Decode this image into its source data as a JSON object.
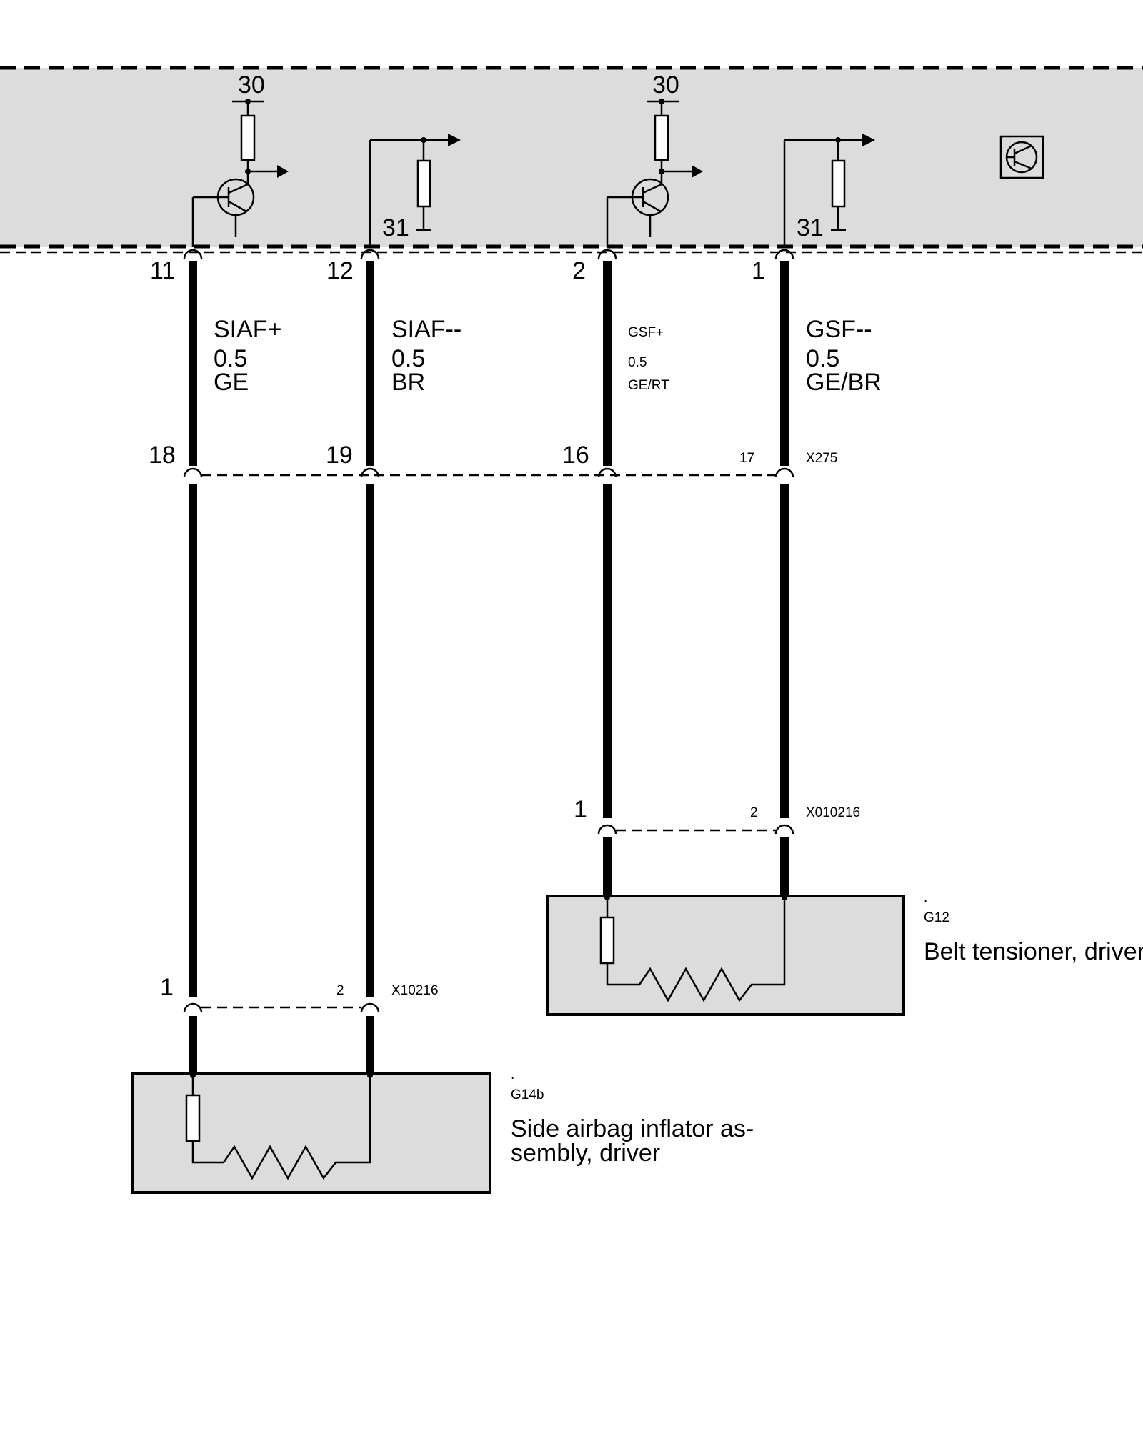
{
  "control_unit": {
    "supply_terminal": "30",
    "ground_terminal": "31",
    "icon": "transistor-symbol-icon"
  },
  "wires": [
    {
      "id": "siaf-plus",
      "name": "SIAF+",
      "gauge": "0.5",
      "color": "GE",
      "ecu_pin": "11",
      "x275_pin": "18",
      "dest_pin": "1"
    },
    {
      "id": "siaf-minus",
      "name": "SIAF--",
      "gauge": "0.5",
      "color": "BR",
      "ecu_pin": "12",
      "x275_pin": "19",
      "dest_pin": "2"
    },
    {
      "id": "gsf-plus",
      "name": "GSF+",
      "gauge": "0.5",
      "color": "GE/RT",
      "ecu_pin": "2",
      "x275_pin": "16",
      "dest_pin": "1"
    },
    {
      "id": "gsf-minus",
      "name": "GSF--",
      "gauge": "0.5",
      "color": "GE/BR",
      "ecu_pin": "1",
      "x275_pin": "17",
      "dest_pin": "2"
    }
  ],
  "connectors": {
    "x275": "X275",
    "x010216": "X010216",
    "x10216": "X10216"
  },
  "components": {
    "g12": {
      "dot": ".",
      "id": "G12",
      "label": "Belt tensioner, driver"
    },
    "g14b": {
      "dot": ".",
      "id": "G14b",
      "label_line1": "Side airbag inflator as-",
      "label_line2": "sembly, driver"
    }
  }
}
